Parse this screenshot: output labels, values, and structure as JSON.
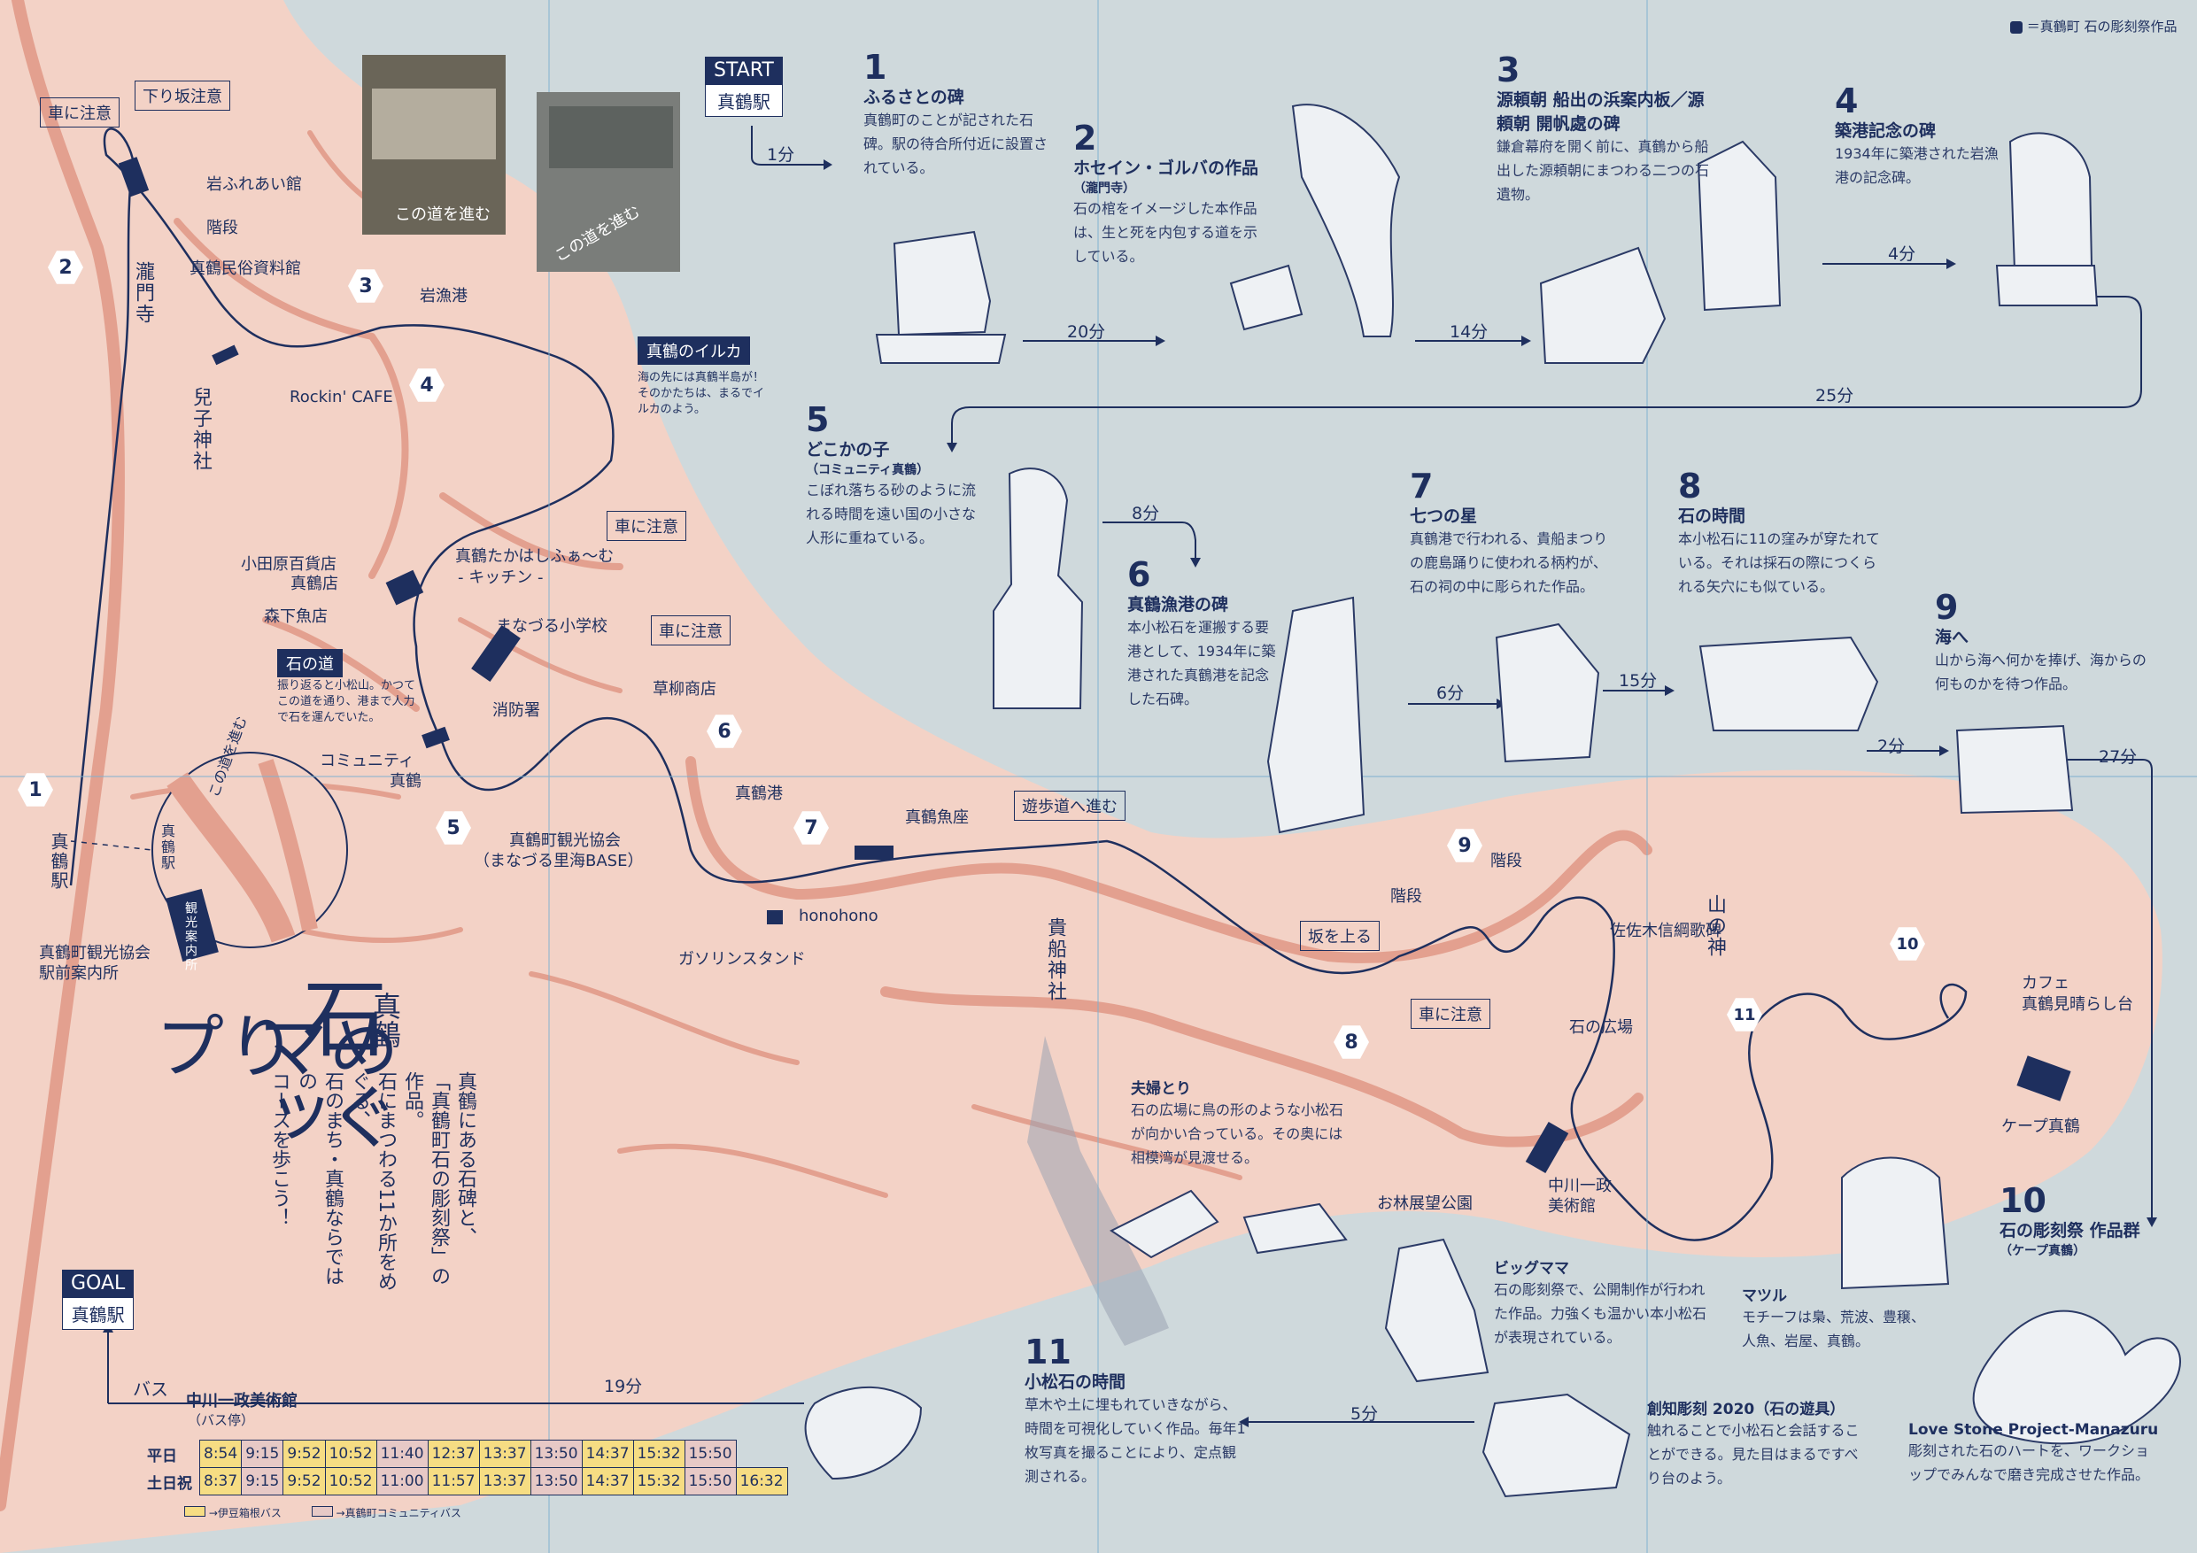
{
  "legend": {
    "text": "＝真鶴町 石の彫刻祭作品"
  },
  "start": {
    "label": "START",
    "station": "真鶴駅"
  },
  "goal": {
    "label": "GOAL",
    "station": "真鶴駅"
  },
  "title": {
    "main1": "石",
    "main2": "めぐり",
    "main3": "マップ",
    "place": "真鶴",
    "intro": [
      "真鶴にある石碑と、",
      "「真鶴町石の彫刻祭」の作品。",
      "石にまつわる11か所をめぐる、",
      "石のまち・真鶴ならではの",
      "コースを歩こう！"
    ]
  },
  "stops": [
    {
      "n": "1",
      "title": "ふるさとの碑",
      "sub": "",
      "desc": "真鶴町のことが記された石碑。駅の待合所付近に設置されている。"
    },
    {
      "n": "2",
      "title": "ホセイン・ゴルバの作品",
      "sub": "（瀧門寺）",
      "desc": "石の棺をイメージした本作品は、生と死を内包する道を示している。"
    },
    {
      "n": "3",
      "title": "源頼朝 船出の浜案内板／源頼朝 開帆處の碑",
      "sub": "",
      "desc": "鎌倉幕府を開く前に、真鶴から船出した源頼朝にまつわる二つの石遺物。"
    },
    {
      "n": "4",
      "title": "築港記念の碑",
      "sub": "",
      "desc": "1934年に築港された岩漁港の記念碑。"
    },
    {
      "n": "5",
      "title": "どこかの子",
      "sub": "（コミュニティ真鶴）",
      "desc": "こぼれ落ちる砂のように流れる時間を遠い国の小さな人形に重ねている。"
    },
    {
      "n": "6",
      "title": "真鶴漁港の碑",
      "sub": "",
      "desc": "本小松石を運搬する要港として、1934年に築港された真鶴港を記念した石碑。"
    },
    {
      "n": "7",
      "title": "七つの星",
      "sub": "",
      "desc": "真鶴港で行われる、貴船まつりの鹿島踊りに使われる柄杓が、石の祠の中に彫られた作品。"
    },
    {
      "n": "8",
      "title": "石の時間",
      "sub": "",
      "desc": "本小松石に11の窪みが穿たれている。それは採石の際につくられる矢穴にも似ている。"
    },
    {
      "n": "9",
      "title": "海へ",
      "sub": "",
      "desc": "山から海へ何かを捧げ、海からの何ものかを待つ作品。"
    },
    {
      "n": "10",
      "title": "石の彫刻祭 作品群",
      "sub": "（ケープ真鶴）",
      "desc": ""
    },
    {
      "n": "11",
      "title": "小松石の時間",
      "sub": "",
      "desc": "草木や土に埋もれていきながら、時間を可視化していく作品。毎年1枚写真を撮ることにより、定点観測される。"
    }
  ],
  "extra_works": [
    {
      "title": "夫婦とり",
      "desc": "石の広場に鳥の形のような小松石が向かい合っている。その奥には相模湾が見渡せる。"
    },
    {
      "title": "ビッグママ",
      "desc": "石の彫刻祭で、公開制作が行われた作品。力強くも温かい本小松石が表現されている。"
    },
    {
      "title": "マツル",
      "desc": "モチーフは梟、荒波、豊穣、人魚、岩屋、真鶴。"
    },
    {
      "title": "創知彫刻 2020（石の遊具）",
      "desc": "触れることで小松石と会話することができる。見た目はまるですべり台のよう。"
    },
    {
      "title": "Love Stone Project-Manazuru",
      "desc": "彫刻された石のハートを、ワークショップでみんなで磨き完成させた作品。"
    }
  ],
  "times": {
    "t1": "1分",
    "t2": "20分",
    "t3": "14分",
    "t4": "4分",
    "t5": "25分",
    "t6": "8分",
    "t7": "6分",
    "t8": "15分",
    "t9": "2分",
    "t10": "27分",
    "t11": "5分",
    "t12": "19分"
  },
  "photos": {
    "p1": "この道を進む",
    "p2": "この道を進む"
  },
  "map_labels": {
    "car1": "車に注意",
    "slope": "下り坂注意",
    "iwa_hall": "岩ふれあい館",
    "stairs": "階段",
    "museum_folk": "真鶴民俗資料館",
    "temple": "瀧門寺",
    "shrine1": "兒子神社",
    "iwa_port": "岩漁港",
    "rockin": "Rockin' CAFE",
    "dolphin": "真鶴のイルカ",
    "dolphin_desc": "海の先には真鶴半島が！そのかたちは、まるでイルカのよう。",
    "car2": "車に注意",
    "takahashi": "真鶴たかはしふぁ～む",
    "kitchen": "- キッチン -",
    "odawara": "小田原百貨店",
    "manazuru_store": "真鶴店",
    "morishita": "森下魚店",
    "school": "まなづる小学校",
    "stone_road": "石の道",
    "stone_road_desc": "振り返ると小松山。かつてこの道を通り、港まで人力で石を運んでいた。",
    "fire": "消防署",
    "car3": "車に注意",
    "kusayanagi": "草柳商店",
    "community": "コミュニティ",
    "community2": "真鶴",
    "port": "真鶴港",
    "kanko": "真鶴町観光協会",
    "kanko2": "（まなづる里海BASE）",
    "gyoza": "真鶴魚座",
    "honohono": "honohono",
    "gas": "ガソリンスタンド",
    "promenade": "遊歩道へ進む",
    "kibune": "貴船神社",
    "sasaki": "佐佐木信綱歌碑",
    "yamanokami": "山の神",
    "kaidan1": "階段",
    "kaidan2": "階段",
    "saka": "坂を上る",
    "car4": "車に注意",
    "plaza": "石の広場",
    "obayashi": "お林展望公園",
    "nakagawa": "中川一政",
    "nakagawa2": "美術館",
    "cafe": "カフェ",
    "cafe2": "真鶴見晴らし台",
    "cape": "ケープ真鶴",
    "station": "真鶴駅",
    "info1": "真鶴町観光協会",
    "info2": "駅前案内所",
    "inset_road": "この道を進む",
    "inset_station": "真鶴駅",
    "inset_info": "観光案内所"
  },
  "bus": {
    "mode": "バス",
    "stop": "中川一政美術館",
    "stop_sub": "（バス停）",
    "weekday_label": "平日",
    "holiday_label": "土日祝",
    "weekday": [
      [
        "8:54",
        "y"
      ],
      [
        "9:15",
        "p"
      ],
      [
        "9:52",
        "y"
      ],
      [
        "10:52",
        "y"
      ],
      [
        "11:40",
        "p"
      ],
      [
        "12:37",
        "y"
      ],
      [
        "13:37",
        "y"
      ],
      [
        "13:50",
        "p"
      ],
      [
        "14:37",
        "y"
      ],
      [
        "15:32",
        "y"
      ],
      [
        "15:50",
        "p"
      ]
    ],
    "holiday": [
      [
        "8:37",
        "y"
      ],
      [
        "9:15",
        "p"
      ],
      [
        "9:52",
        "y"
      ],
      [
        "10:52",
        "y"
      ],
      [
        "11:00",
        "p"
      ],
      [
        "11:57",
        "y"
      ],
      [
        "13:37",
        "y"
      ],
      [
        "13:50",
        "p"
      ],
      [
        "14:37",
        "y"
      ],
      [
        "15:32",
        "y"
      ],
      [
        "15:50",
        "p"
      ],
      [
        "16:32",
        "y"
      ]
    ],
    "legend_y": "→伊豆箱根バス",
    "legend_p": "→真鶴町コミュニティバス"
  },
  "colors": {
    "sea": "#cfd9dc",
    "land": "#f3d2c6",
    "road": "#e3a08f",
    "ink": "#1e2f5e",
    "bus_yellow": "#f6dd83",
    "bus_pink": "#e7c9c6"
  }
}
